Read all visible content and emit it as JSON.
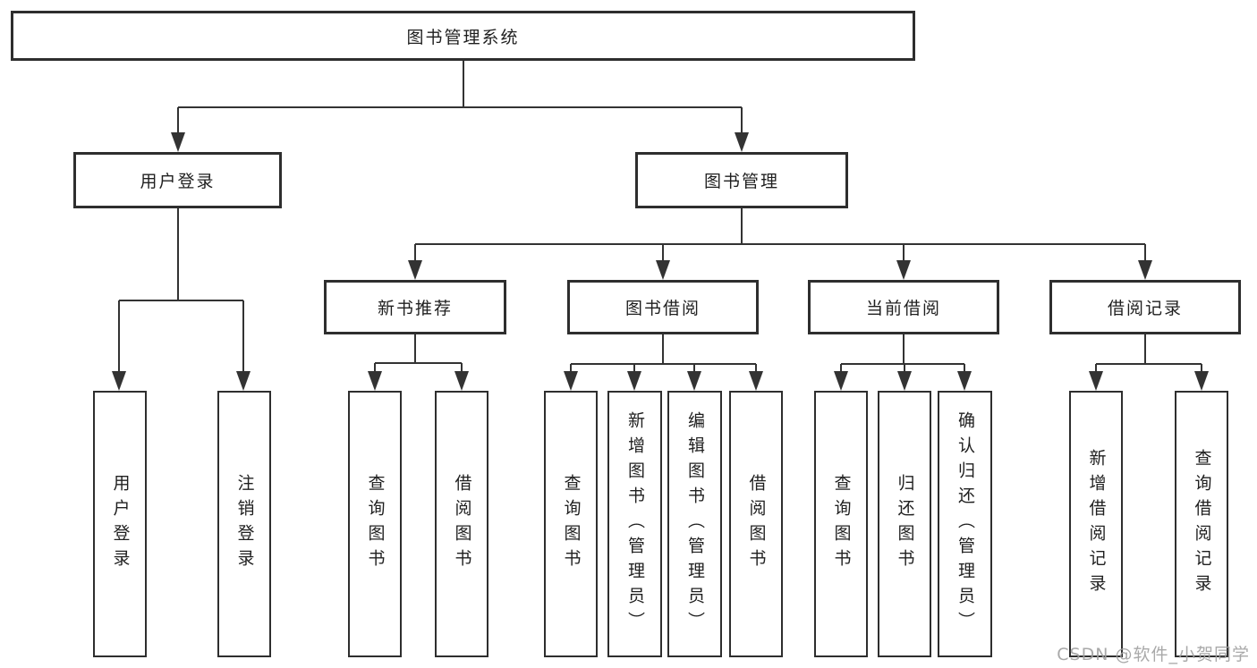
{
  "title": "图书管理系统",
  "level2": {
    "user_login": "用户登录",
    "book_mgmt": "图书管理"
  },
  "level3": {
    "new_book_rec": "新书推荐",
    "book_borrow": "图书借阅",
    "current_borrow": "当前借阅",
    "borrow_record": "借阅记录"
  },
  "leaves": {
    "user_login": "用户登录",
    "logout": "注销登录",
    "rec_query_book": "查询图书",
    "rec_borrow_book": "借阅图书",
    "bb_query_book": "查询图书",
    "bb_add_book": "新增图书（管理员）",
    "bb_edit_book": "编辑图书（管理员）",
    "bb_borrow_book": "借阅图书",
    "cb_query_book": "查询图书",
    "cb_return_book": "归还图书",
    "cb_confirm_return": "确认归还（管理员）",
    "br_add_record": "新增借阅记录",
    "br_query_record": "查询借阅记录"
  },
  "watermark": "CSDN @软件_小贺同学",
  "colors": {
    "line": "#333333",
    "box_border": "#2e2e2e",
    "box_background": "#ffffff",
    "text": "#1f1f1f",
    "watermark": "#a0a0a0"
  }
}
